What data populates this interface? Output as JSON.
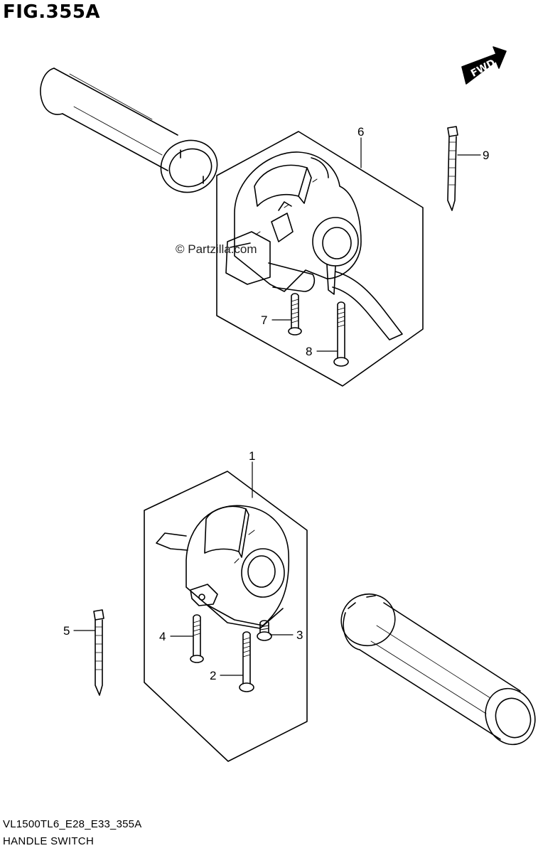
{
  "figure": {
    "title": "FIG.355A",
    "code": "VL1500TL6_E28_E33_355A",
    "caption": "HANDLE SWITCH",
    "watermark": "© Partzilla.com",
    "direction_label": "FWD"
  },
  "callouts": [
    "1",
    "2",
    "3",
    "4",
    "5",
    "6",
    "7",
    "8",
    "9"
  ]
}
